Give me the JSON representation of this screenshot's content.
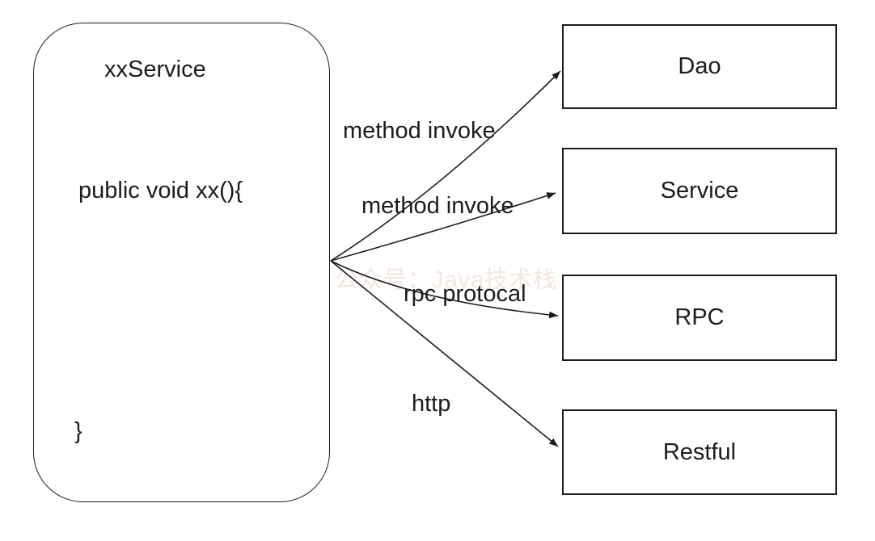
{
  "diagram": {
    "service_block": {
      "title": "xxService",
      "code_open": "public void xx(){",
      "code_close": "}"
    },
    "targets": [
      {
        "label": "Dao"
      },
      {
        "label": "Service"
      },
      {
        "label": "RPC"
      },
      {
        "label": "Restful"
      }
    ],
    "edges": [
      {
        "label": "method invoke",
        "to": "Dao"
      },
      {
        "label": "method invoke",
        "to": "Service"
      },
      {
        "label": "rpc protocal",
        "to": "RPC"
      },
      {
        "label": "http",
        "to": "Restful"
      }
    ],
    "watermark": "公众号：Java技术栈",
    "colors": {
      "stroke": "#1c1c1c",
      "background": "#ffffff",
      "watermark": "#f3e5e1",
      "text": "#1c1c1c"
    }
  }
}
